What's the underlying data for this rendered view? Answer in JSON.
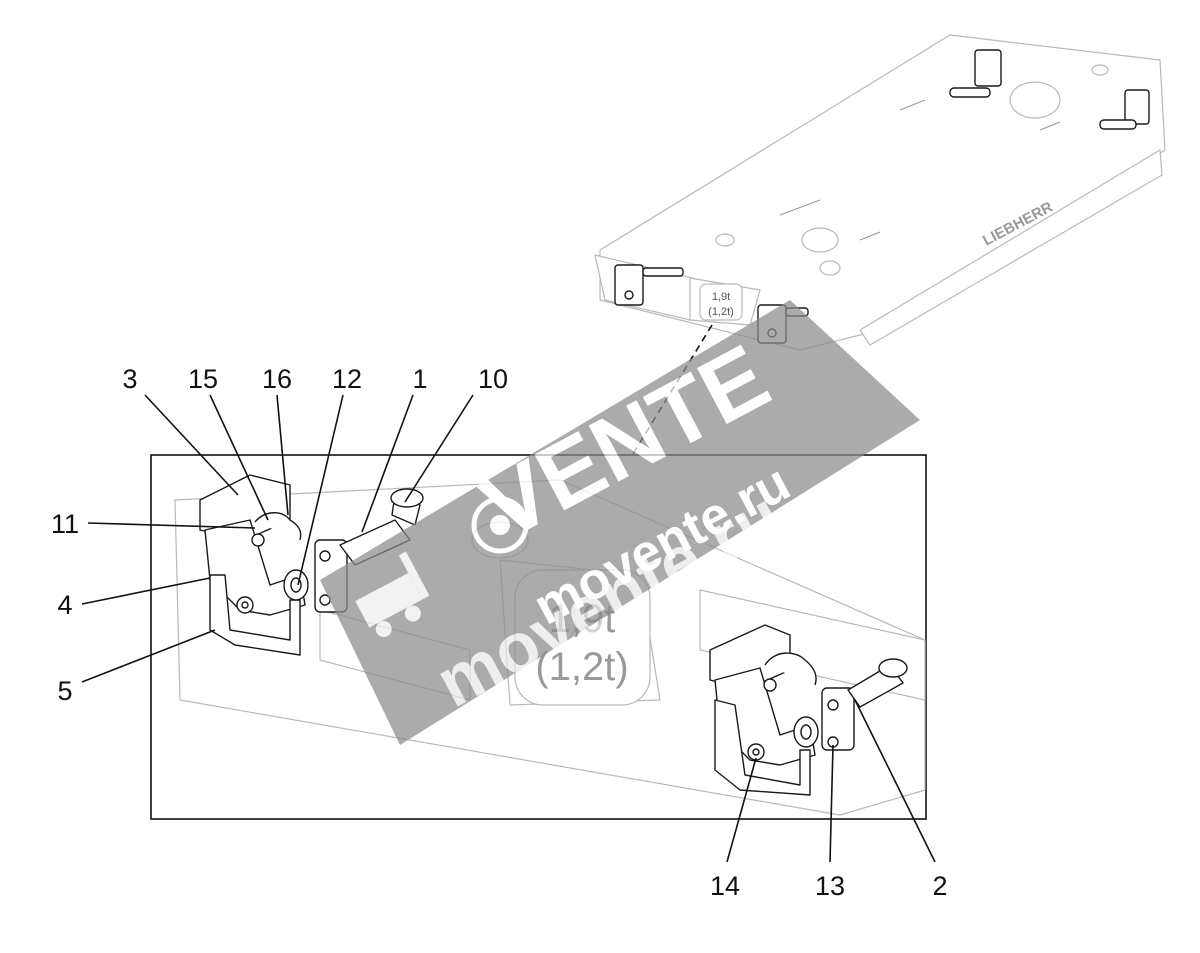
{
  "counterweight": {
    "brand_text": "LIEBHERR",
    "plate_weight": "1,9t",
    "plate_weight_alt": "(1,2t)"
  },
  "detail": {
    "plate_weight": "1,9t",
    "plate_weight_alt": "(1,2t)"
  },
  "callouts": [
    {
      "id": "c3",
      "label": "3"
    },
    {
      "id": "c15",
      "label": "15"
    },
    {
      "id": "c16",
      "label": "16"
    },
    {
      "id": "c12",
      "label": "12"
    },
    {
      "id": "c1",
      "label": "1"
    },
    {
      "id": "c10",
      "label": "10"
    },
    {
      "id": "c11",
      "label": "11"
    },
    {
      "id": "c4",
      "label": "4"
    },
    {
      "id": "c5",
      "label": "5"
    },
    {
      "id": "c14",
      "label": "14"
    },
    {
      "id": "c13",
      "label": "13"
    },
    {
      "id": "c2",
      "label": "2"
    }
  ],
  "watermark": {
    "brand": "VENTE",
    "domain_top": "movente.ru",
    "domain_bottom": "movente.ru",
    "color": "#8c8c8c"
  }
}
